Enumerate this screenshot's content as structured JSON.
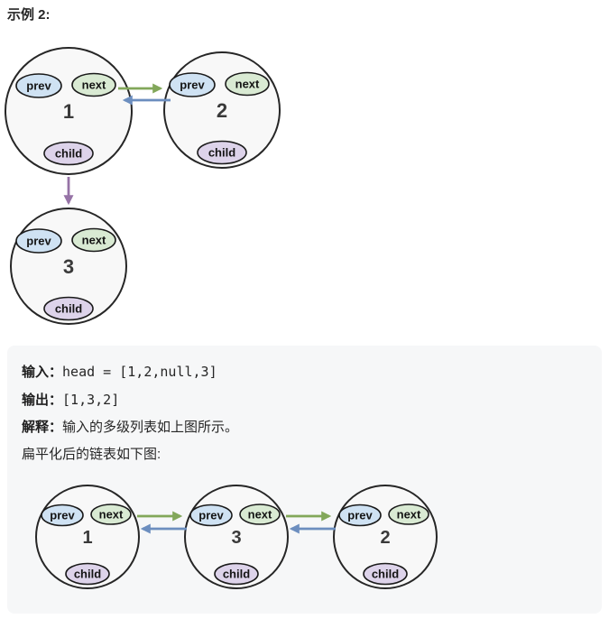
{
  "page": {
    "title": "示例 2:"
  },
  "node_labels": {
    "prev": "prev",
    "next": "next",
    "child": "child"
  },
  "multilevel_diagram": {
    "nodes": [
      "1",
      "2",
      "3"
    ]
  },
  "example_block": {
    "input_label": "输入：",
    "input_value": "head = [1,2,null,3]",
    "output_label": "输出：",
    "output_value": "[1,3,2]",
    "explanation_label": "解释：",
    "explanation_text": "输入的多级列表如上图所示。",
    "flatten_note": "扁平化后的链表如下图:"
  },
  "flattened_diagram": {
    "nodes": [
      "1",
      "3",
      "2"
    ]
  },
  "colors": {
    "prev_pointer_fill": "#cfe2f3",
    "next_pointer_fill": "#d9ead3",
    "child_pointer_fill": "#ddd3ea",
    "prev_arrow": "#6c8ebf",
    "next_arrow": "#82a75a",
    "child_arrow": "#9673a6",
    "example_block_bg": "#f6f7f8"
  }
}
